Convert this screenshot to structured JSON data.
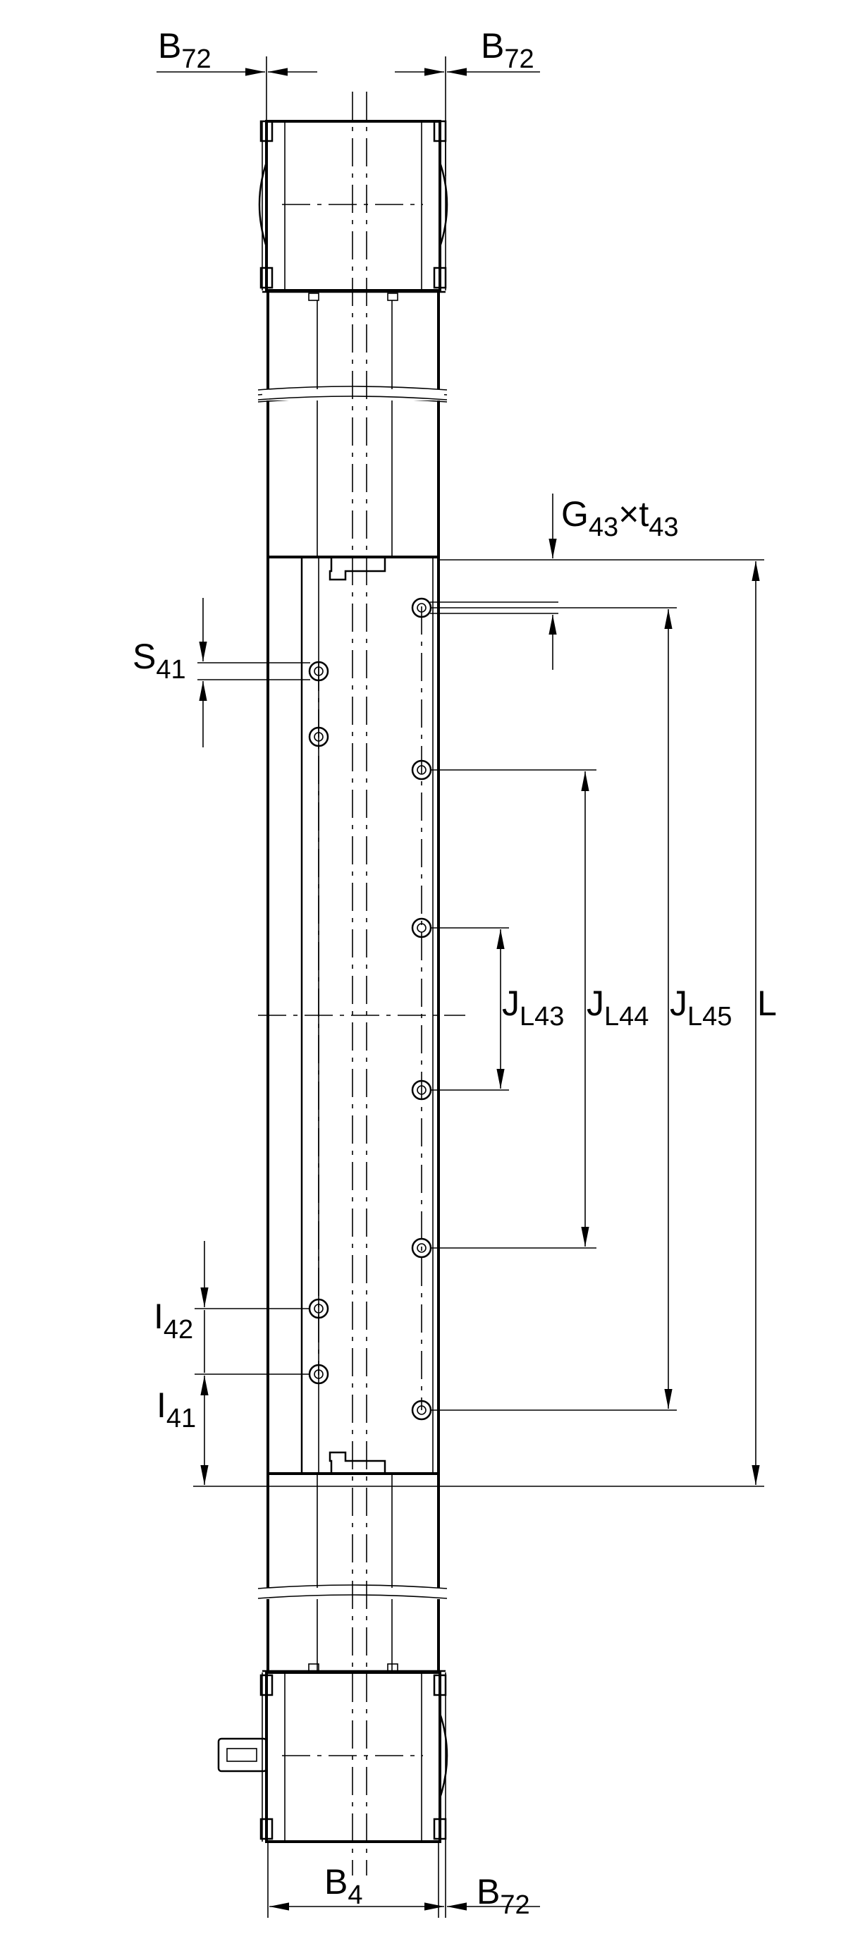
{
  "labels": {
    "b72_top_left": {
      "main": "B",
      "sub": "72"
    },
    "b72_top_right": {
      "main": "B",
      "sub": "72"
    },
    "g43_t43": {
      "main1": "G",
      "sub1": "43",
      "times": "×",
      "main2": "t",
      "sub2": "43"
    },
    "s41": {
      "main": "S",
      "sub": "41"
    },
    "jl43": {
      "main": "J",
      "sub": "L43"
    },
    "jl44": {
      "main": "J",
      "sub": "L44"
    },
    "jl45": {
      "main": "J",
      "sub": "L45"
    },
    "l": {
      "main": "L"
    },
    "i42": {
      "main": "I",
      "sub": "42"
    },
    "i41": {
      "main": "I",
      "sub": "41"
    },
    "b4": {
      "main": "B",
      "sub": "4"
    },
    "b72_bottom": {
      "main": "B",
      "sub": "72"
    }
  }
}
